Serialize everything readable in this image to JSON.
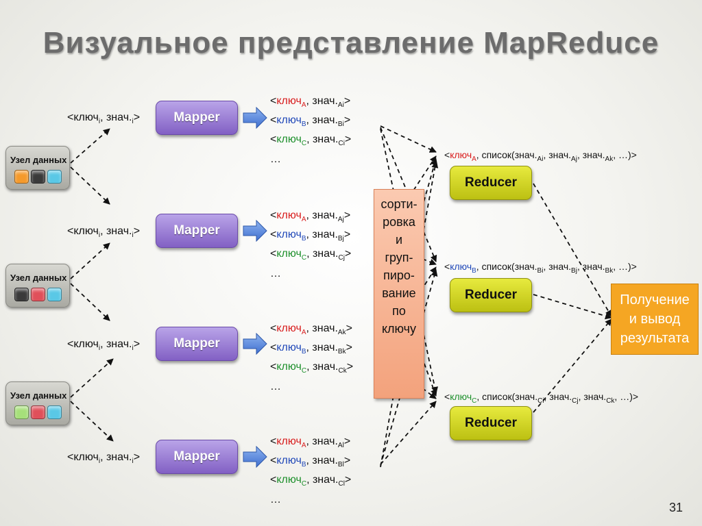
{
  "title": "Визуальное представление MapReduce",
  "page_number": "31",
  "data_nodes": [
    {
      "label": "Узел данных",
      "chips": [
        "#f59a2b",
        "#3a3a3a",
        "#5ac8e6"
      ]
    },
    {
      "label": "Узел данных",
      "chips": [
        "#3a3a3a",
        "#e0505a",
        "#5ac8e6"
      ]
    },
    {
      "label": "Узел данных",
      "chips": [
        "#a6e07a",
        "#e0505a",
        "#5ac8e6"
      ]
    }
  ],
  "mappers": [
    {
      "label": "Mapper",
      "input": {
        "key": "<ключ",
        "key_sub": "i",
        "sep": ", знач.",
        "val_sub": "i",
        "close": ">"
      },
      "outputs": [
        "Ai",
        "Bi",
        "Ci"
      ]
    },
    {
      "label": "Mapper",
      "input": {
        "key": "<ключ",
        "key_sub": "i",
        "sep": ", знач.",
        "val_sub": "i",
        "close": ">"
      },
      "outputs": [
        "Aj",
        "Bj",
        "Cj"
      ]
    },
    {
      "label": "Mapper",
      "input": {
        "key": "<ключ",
        "key_sub": "i",
        "sep": ", знач.",
        "val_sub": "i",
        "close": ">"
      },
      "outputs": [
        "Ak",
        "Bk",
        "Ck"
      ]
    },
    {
      "label": "Mapper",
      "input": {
        "key": "<ключ",
        "key_sub": "i",
        "sep": ", знач.",
        "val_sub": "i",
        "close": ">"
      },
      "outputs": [
        "Al",
        "Bl",
        "Cl"
      ]
    }
  ],
  "pair_text": {
    "open": "<",
    "key": "ключ",
    "sep": ", знач.",
    "close": ">",
    "ellipsis": "…",
    "keys": [
      "A",
      "B",
      "C"
    ]
  },
  "sort_box": {
    "lines": [
      "сорти-",
      "ровка",
      "и",
      "груп-",
      "пиро-",
      "вание",
      "по",
      "ключу"
    ]
  },
  "reducers": [
    {
      "label": "Reducer",
      "key": "A",
      "list_prefix": ", список(знач.",
      "subs": [
        "Ai",
        "Aj",
        "Ak"
      ],
      "list_suffix": ", …)>"
    },
    {
      "label": "Reducer",
      "key": "B",
      "list_prefix": ", список(знач.",
      "subs": [
        "Bi",
        "Bj",
        "Bk"
      ],
      "list_suffix": ", …)>"
    },
    {
      "label": "Reducer",
      "key": "C",
      "list_prefix": ", список(знач.",
      "subs": [
        "Ci",
        "Cj",
        "Ck"
      ],
      "list_suffix": ", …)>"
    }
  ],
  "result_box": {
    "lines": [
      "Получение",
      "и вывод",
      "результата"
    ]
  },
  "colors": {
    "key_A": "#d81b1b",
    "key_B": "#1f47b8",
    "key_C": "#1c8f2a",
    "mapper": "#8f6fd0",
    "reducer": "#d4d726",
    "sort": "#f7b593",
    "result": "#f5a623",
    "arrow": "#4a7fd6"
  }
}
